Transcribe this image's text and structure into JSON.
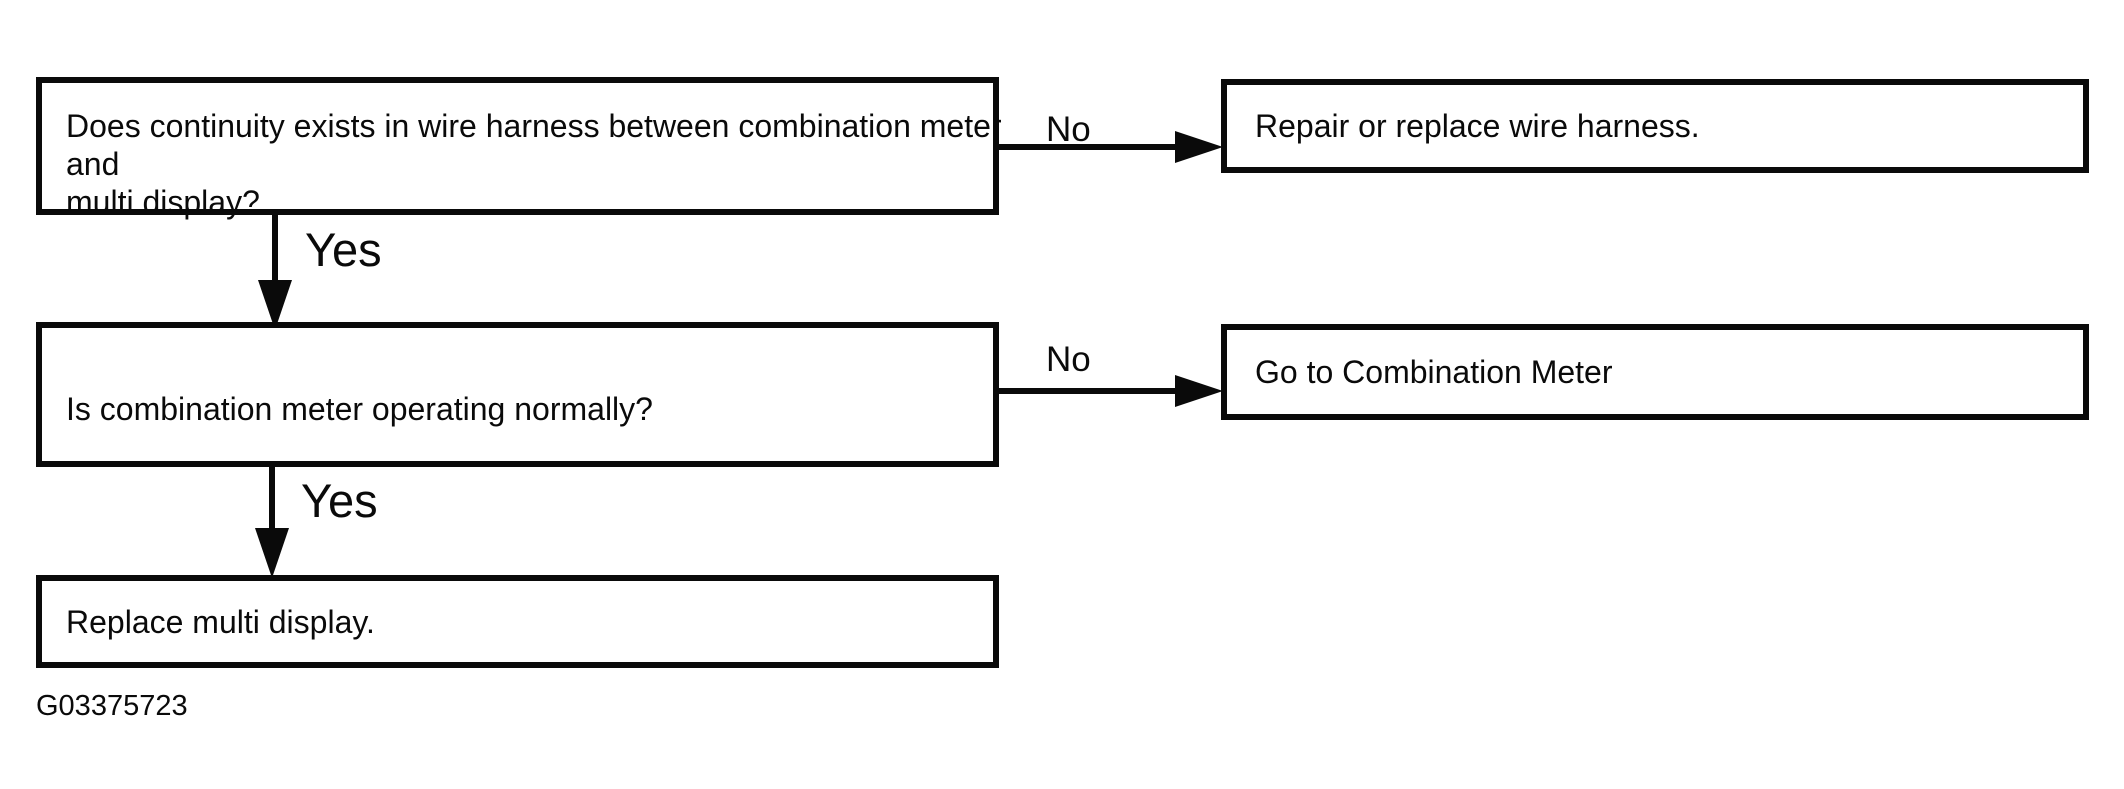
{
  "colors": {
    "ink": "#0a0a0a",
    "background": "#ffffff"
  },
  "diagram": {
    "type": "diagnostic-flowchart",
    "nodes": {
      "q1": {
        "lines": [
          "Does continuity exists in wire harness between combination meter",
          "and",
          "multi display?"
        ]
      },
      "a1": {
        "text": "Repair or replace wire harness."
      },
      "q2": {
        "text": "Is combination meter operating normally?"
      },
      "a2": {
        "text": "Go to Combination Meter"
      },
      "a3": {
        "text": "Replace multi display."
      }
    },
    "edge_labels": {
      "no1": "No",
      "yes1": "Yes",
      "no2": "No",
      "yes2": "Yes"
    }
  },
  "figure_code": "G03375723"
}
